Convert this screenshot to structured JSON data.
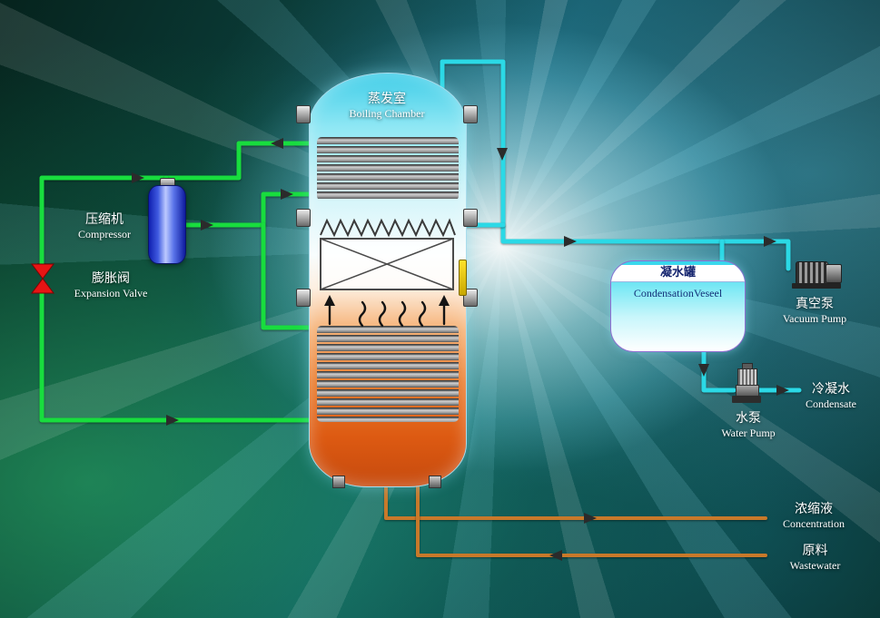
{
  "labels": {
    "boiling_chamber": {
      "zh": "蒸发室",
      "en": "Boiling Chamber"
    },
    "compressor": {
      "zh": "压缩机",
      "en": "Compressor"
    },
    "expansion_valve": {
      "zh": "膨胀阀",
      "en": "Expansion Valve"
    },
    "condensation_vessel": {
      "zh": "凝水罐",
      "en": "CondensationVeseel"
    },
    "vacuum_pump": {
      "zh": "真空泵",
      "en": "Vacuum Pump"
    },
    "water_pump": {
      "zh": "水泵",
      "en": "Water Pump"
    },
    "condensate": {
      "zh": "冷凝水",
      "en": "Condensate"
    },
    "concentration": {
      "zh": "浓缩液",
      "en": "Concentration"
    },
    "wastewater": {
      "zh": "原料",
      "en": "Wastewater"
    }
  },
  "colors": {
    "refrigerant_pipe": "#18dd3e",
    "vapor_pipe": "#2bd9e6",
    "process_pipe": "#c8792a",
    "expansion_valve": "#e81414",
    "compressor_body": "#2a46e8",
    "vessel_top": "#3ecde8",
    "vessel_bottom": "#d9550f"
  }
}
